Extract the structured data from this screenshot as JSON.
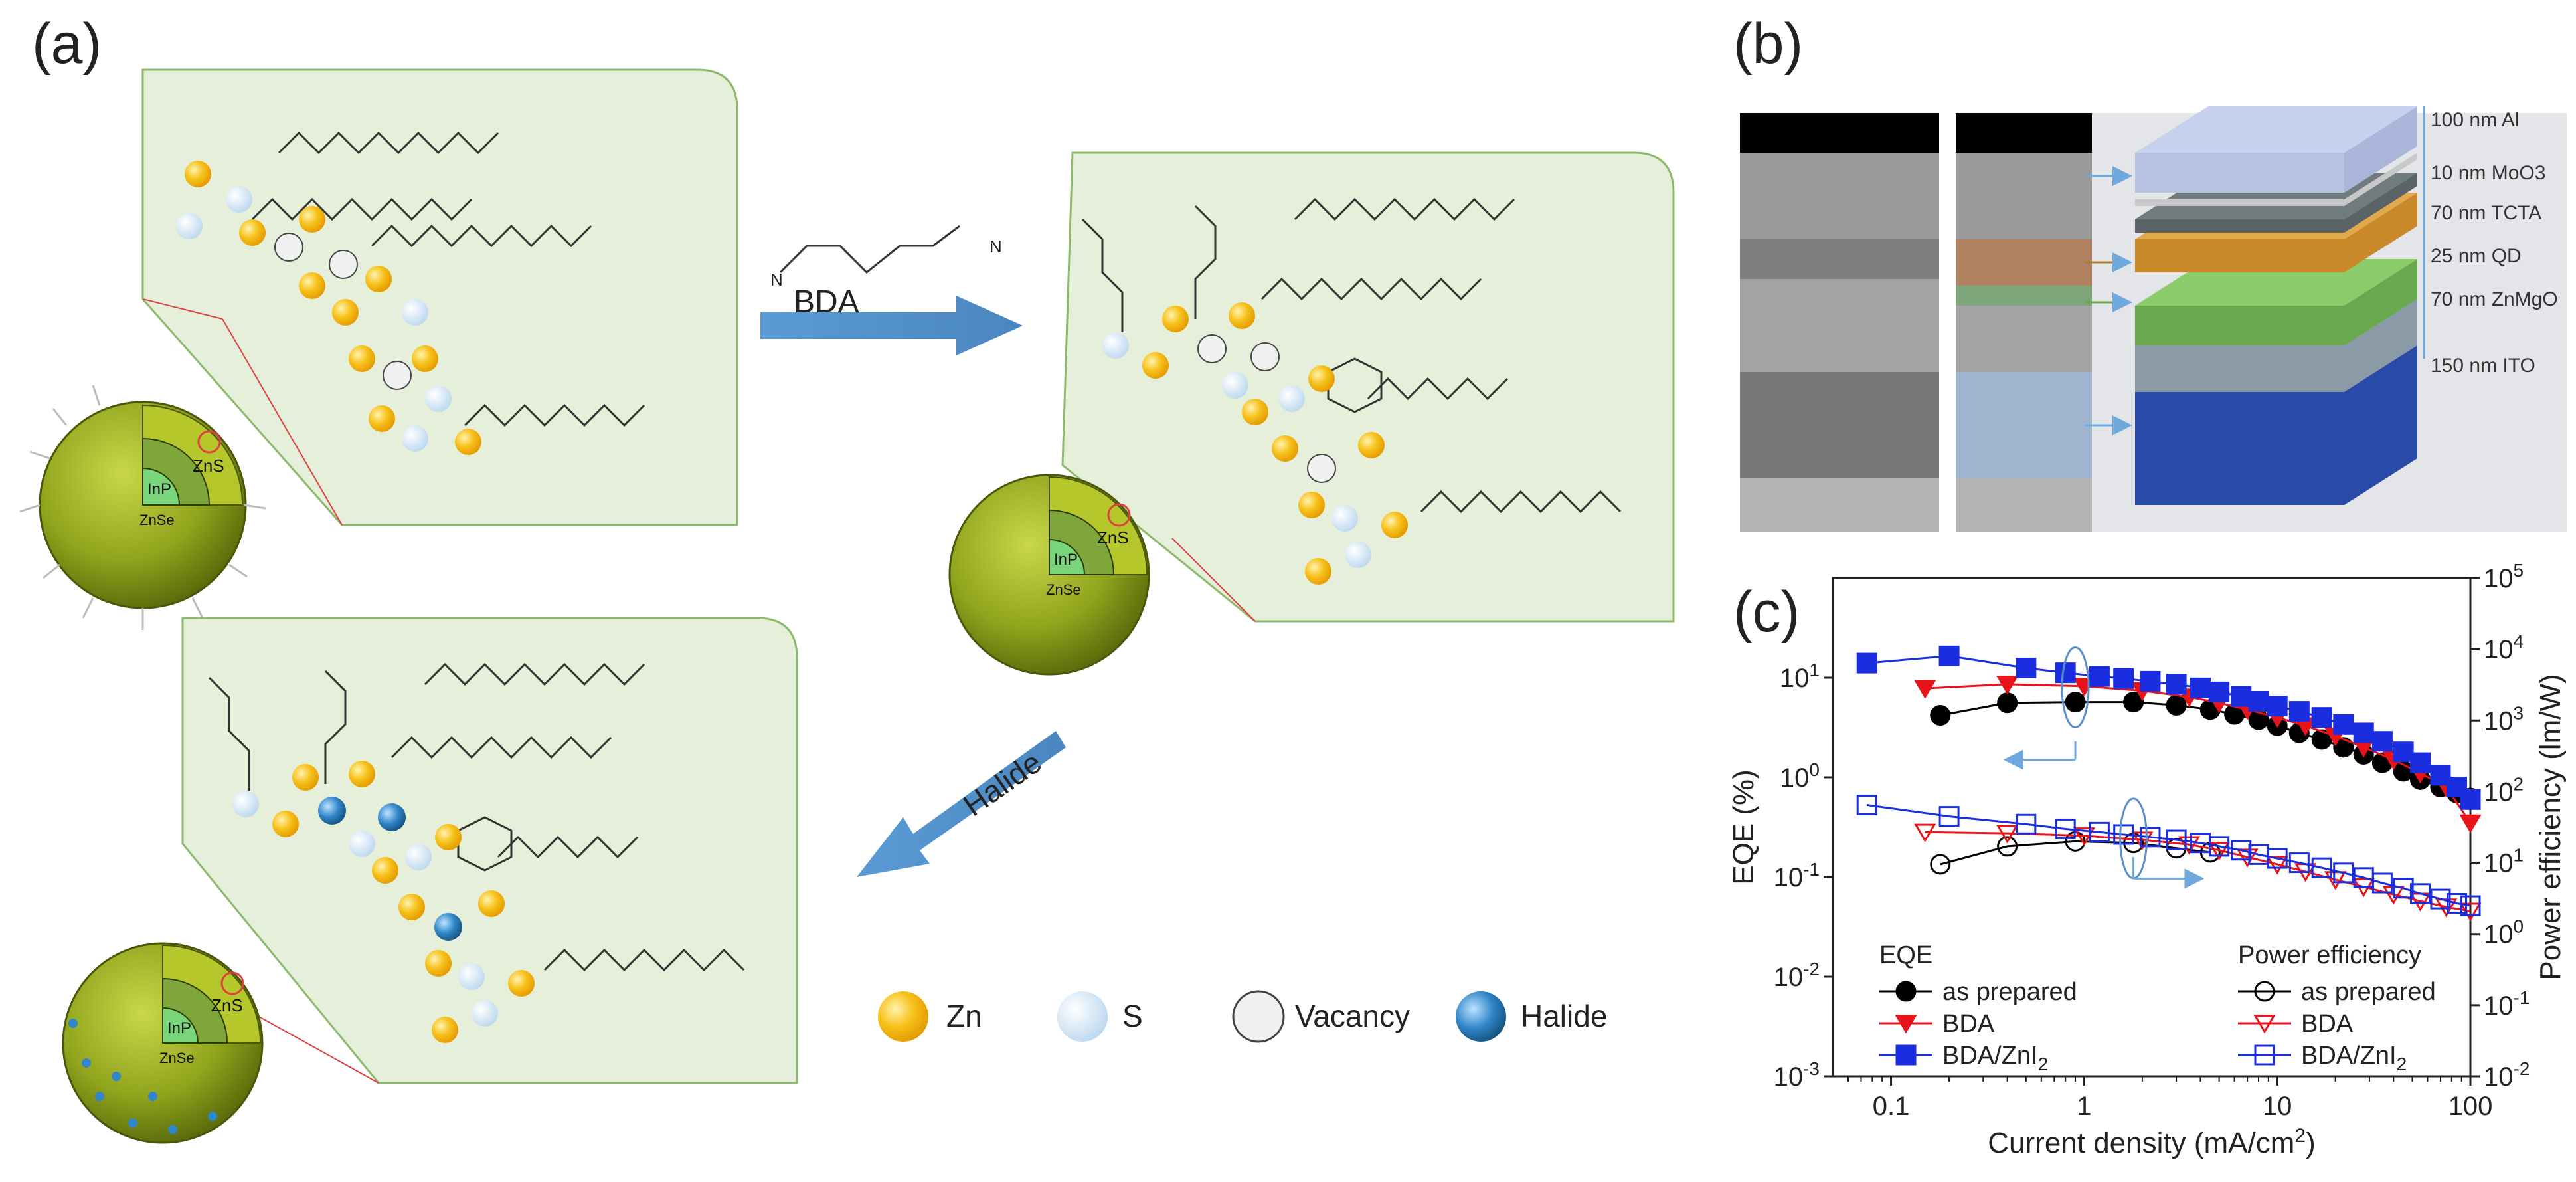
{
  "panels": {
    "a": {
      "label": "(a)"
    },
    "b": {
      "label": "(b)"
    },
    "c": {
      "label": "(c)"
    }
  },
  "scheme": {
    "bda_label": "BDA",
    "halide_label": "Halide",
    "core_labels": {
      "core": "InP",
      "mid": "ZnSe",
      "shell": "ZnS"
    },
    "legend": [
      {
        "label": "Zn",
        "color": "#f5b800"
      },
      {
        "label": "S",
        "color": "#cfe4f5"
      },
      {
        "label": "Vacancy",
        "color": "#f0f0f0"
      },
      {
        "label": "Halide",
        "color": "#2f86c8"
      }
    ]
  },
  "device": {
    "layers": [
      {
        "label": "100 nm Al",
        "color": "#a9b6d9"
      },
      {
        "label": "10 nm  MoO3",
        "color": "#c8c8c8"
      },
      {
        "label": "70 nm  TCTA",
        "color": "#5a6466"
      },
      {
        "label": "25 nm  QD",
        "color": "#c9882a"
      },
      {
        "label": "70 nm  ZnMgO",
        "color": "#6aa84f"
      },
      {
        "label": "150 nm ITO",
        "color": "#8a9aa6"
      }
    ],
    "substrate_color": "#2a4aa8"
  },
  "chart_data": {
    "type": "scatter",
    "xlabel": "Current density (mA/cm2)",
    "ylabel": "EQE (%)",
    "y2label": "Power efficiency (lm/W)",
    "xscale": "log",
    "yscale": "log",
    "xlim": [
      0.05,
      100
    ],
    "ylim": [
      0.001,
      100
    ],
    "y2lim": [
      0.01,
      100000
    ],
    "x_ticks": [
      "0.1",
      "1",
      "10",
      "100"
    ],
    "y_ticks": [
      "10-3",
      "10-2",
      "10-1",
      "100",
      "101"
    ],
    "y2_ticks": [
      "10-2",
      "10-1",
      "100",
      "101",
      "102",
      "103",
      "104",
      "105"
    ],
    "legend_eqe_title": "EQE",
    "legend_pe_title": "Power efficiency",
    "series": [
      {
        "name": "as prepared",
        "group": "EQE",
        "color": "#000000",
        "marker": "circle",
        "filled": true,
        "x": [
          0.18,
          0.4,
          0.9,
          1.8,
          3,
          4.5,
          6,
          8,
          10,
          13,
          17,
          22,
          28,
          35,
          45,
          55,
          70,
          85,
          100
        ],
        "y": [
          4.2,
          5.6,
          5.7,
          5.7,
          5.3,
          4.8,
          4.3,
          3.8,
          3.3,
          2.8,
          2.4,
          2.0,
          1.7,
          1.4,
          1.15,
          0.95,
          0.8,
          0.7,
          0.62
        ]
      },
      {
        "name": "BDA",
        "group": "EQE",
        "color": "#e8141a",
        "marker": "triangle-down",
        "filled": true,
        "x": [
          0.15,
          0.4,
          1.0,
          2.0,
          3.5,
          5,
          7,
          10,
          14,
          20,
          28,
          40,
          55,
          75,
          100
        ],
        "y": [
          7.8,
          8.6,
          8.2,
          7.4,
          6.4,
          5.6,
          4.8,
          4.0,
          3.3,
          2.6,
          2.0,
          1.5,
          1.1,
          0.8,
          0.35
        ]
      },
      {
        "name": "BDA/ZnI2",
        "group": "EQE",
        "color": "#1a2ee0",
        "marker": "square",
        "filled": true,
        "x": [
          0.075,
          0.2,
          0.5,
          0.8,
          1.2,
          1.6,
          2.2,
          3,
          4,
          5,
          6.5,
          8,
          10,
          13,
          17,
          22,
          28,
          35,
          45,
          55,
          70,
          85,
          100
        ],
        "y": [
          14,
          16.5,
          12.5,
          11.2,
          10.3,
          9.8,
          9.2,
          8.6,
          7.9,
          7.2,
          6.5,
          5.8,
          5.2,
          4.6,
          4.0,
          3.4,
          2.8,
          2.3,
          1.8,
          1.4,
          1.05,
          0.8,
          0.6
        ]
      },
      {
        "name": "as prepared",
        "group": "Power efficiency",
        "color": "#000000",
        "marker": "circle",
        "filled": false,
        "x": [
          0.18,
          0.4,
          0.9,
          1.8,
          3,
          4.5
        ],
        "y": [
          9.5,
          17,
          20,
          19,
          16,
          14
        ]
      },
      {
        "name": "BDA",
        "group": "Power efficiency",
        "color": "#e8141a",
        "marker": "triangle-down",
        "filled": false,
        "x": [
          0.15,
          0.4,
          1.0,
          2.0,
          3.5,
          5,
          7,
          10,
          14,
          20,
          28,
          40,
          55,
          75,
          100
        ],
        "y": [
          27,
          26,
          24,
          21,
          18,
          15,
          12,
          9.5,
          7.5,
          5.8,
          4.6,
          3.6,
          2.9,
          2.4,
          2.1
        ]
      },
      {
        "name": "BDA/ZnI2",
        "group": "Power efficiency",
        "color": "#1a2ee0",
        "marker": "square",
        "filled": false,
        "x": [
          0.075,
          0.2,
          0.5,
          0.8,
          1.2,
          1.6,
          2.2,
          3,
          4,
          5,
          6.5,
          8,
          10,
          13,
          17,
          22,
          28,
          35,
          45,
          55,
          70,
          85,
          100
        ],
        "y": [
          65,
          45,
          35,
          30,
          27,
          25,
          23,
          21,
          19,
          17,
          15,
          13,
          11.5,
          10,
          8.5,
          7.2,
          6.2,
          5.2,
          4.4,
          3.7,
          3.1,
          2.7,
          2.5
        ]
      }
    ]
  }
}
